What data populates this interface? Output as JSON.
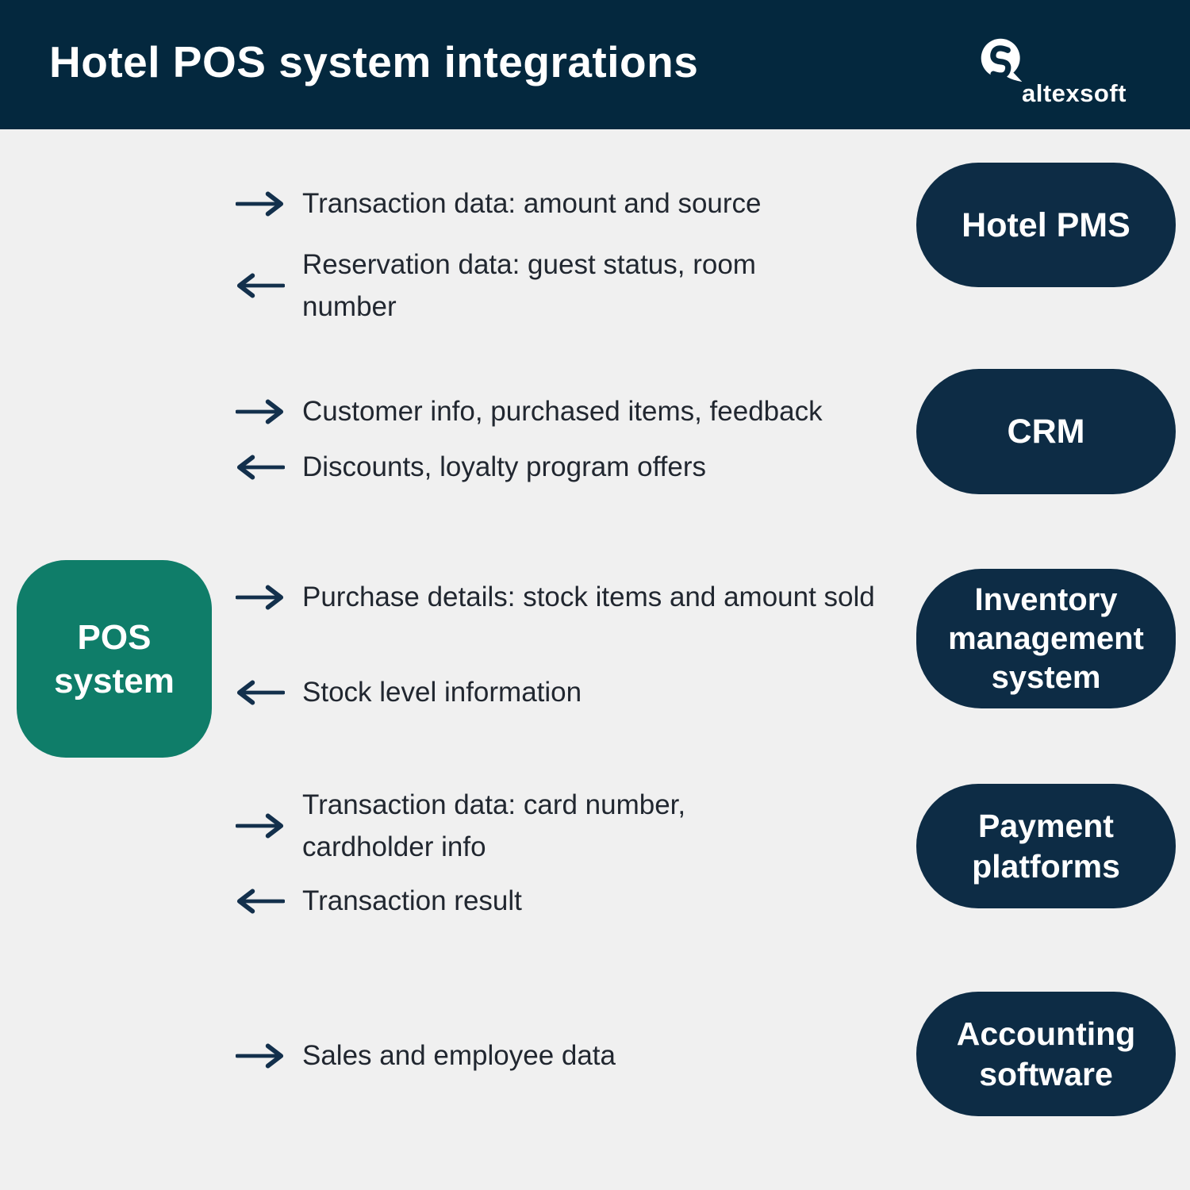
{
  "header": {
    "title": "Hotel POS system integrations",
    "logo_text": "altexsoft"
  },
  "pos": {
    "label": "POS system"
  },
  "integrations": [
    {
      "target": "Hotel PMS",
      "flows": [
        {
          "direction": "right",
          "text": "Transaction data: amount and source"
        },
        {
          "direction": "left",
          "text": "Reservation data: guest status, room number"
        }
      ]
    },
    {
      "target": "CRM",
      "flows": [
        {
          "direction": "right",
          "text": "Customer info, purchased items, feedback"
        },
        {
          "direction": "left",
          "text": "Discounts, loyalty program offers"
        }
      ]
    },
    {
      "target": "Inventory management system",
      "flows": [
        {
          "direction": "right",
          "text": "Purchase details: stock items and amount sold"
        },
        {
          "direction": "left",
          "text": "Stock level information"
        }
      ]
    },
    {
      "target": "Payment platforms",
      "flows": [
        {
          "direction": "right",
          "text": "Transaction data: card number, cardholder info"
        },
        {
          "direction": "left",
          "text": "Transaction result"
        }
      ]
    },
    {
      "target": "Accounting software",
      "flows": [
        {
          "direction": "right",
          "text": "Sales and employee data"
        }
      ]
    }
  ],
  "colors": {
    "header_navy": "#04283e",
    "node_navy": "#0d2c45",
    "pos_teal": "#0f7d69",
    "bg": "#f0f0f0",
    "ink": "#212730",
    "arrow": "#13304c"
  }
}
